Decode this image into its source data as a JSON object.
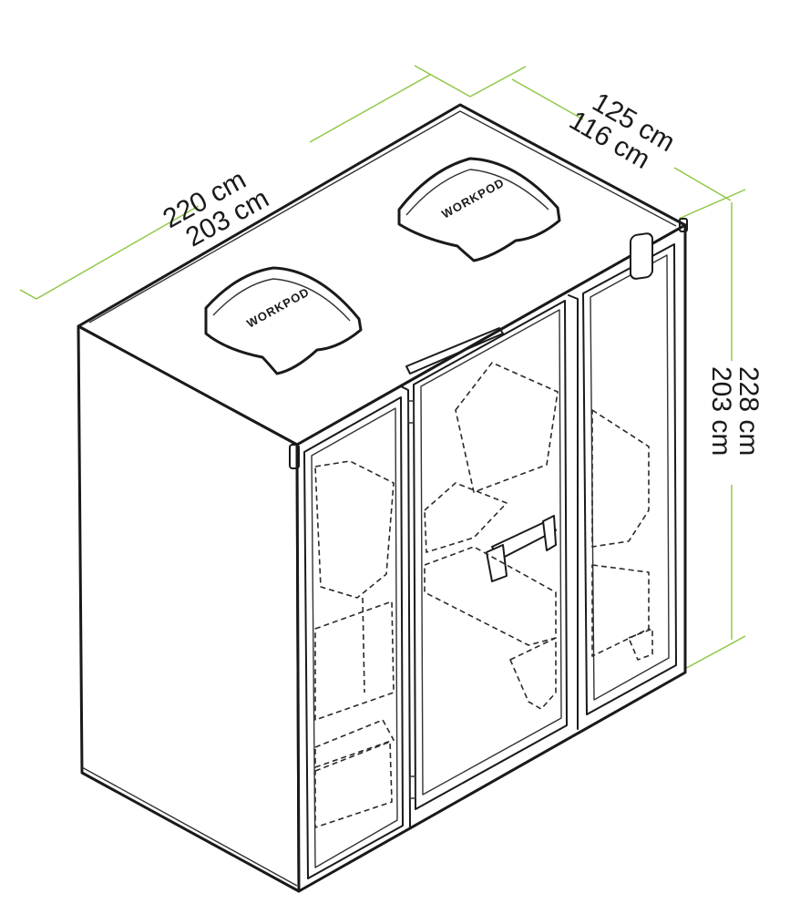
{
  "dimensions": {
    "width": {
      "outer": "220 cm",
      "inner": "203 cm"
    },
    "depth": {
      "outer": "125 cm",
      "inner": "116 cm"
    },
    "height": {
      "outer": "228 cm",
      "inner": "203 cm"
    }
  },
  "brand": {
    "logo_text": "WORKPOD"
  },
  "colors": {
    "dimension_line": "#8dc63f",
    "outline": "#1a1a1a",
    "background": "#ffffff"
  }
}
